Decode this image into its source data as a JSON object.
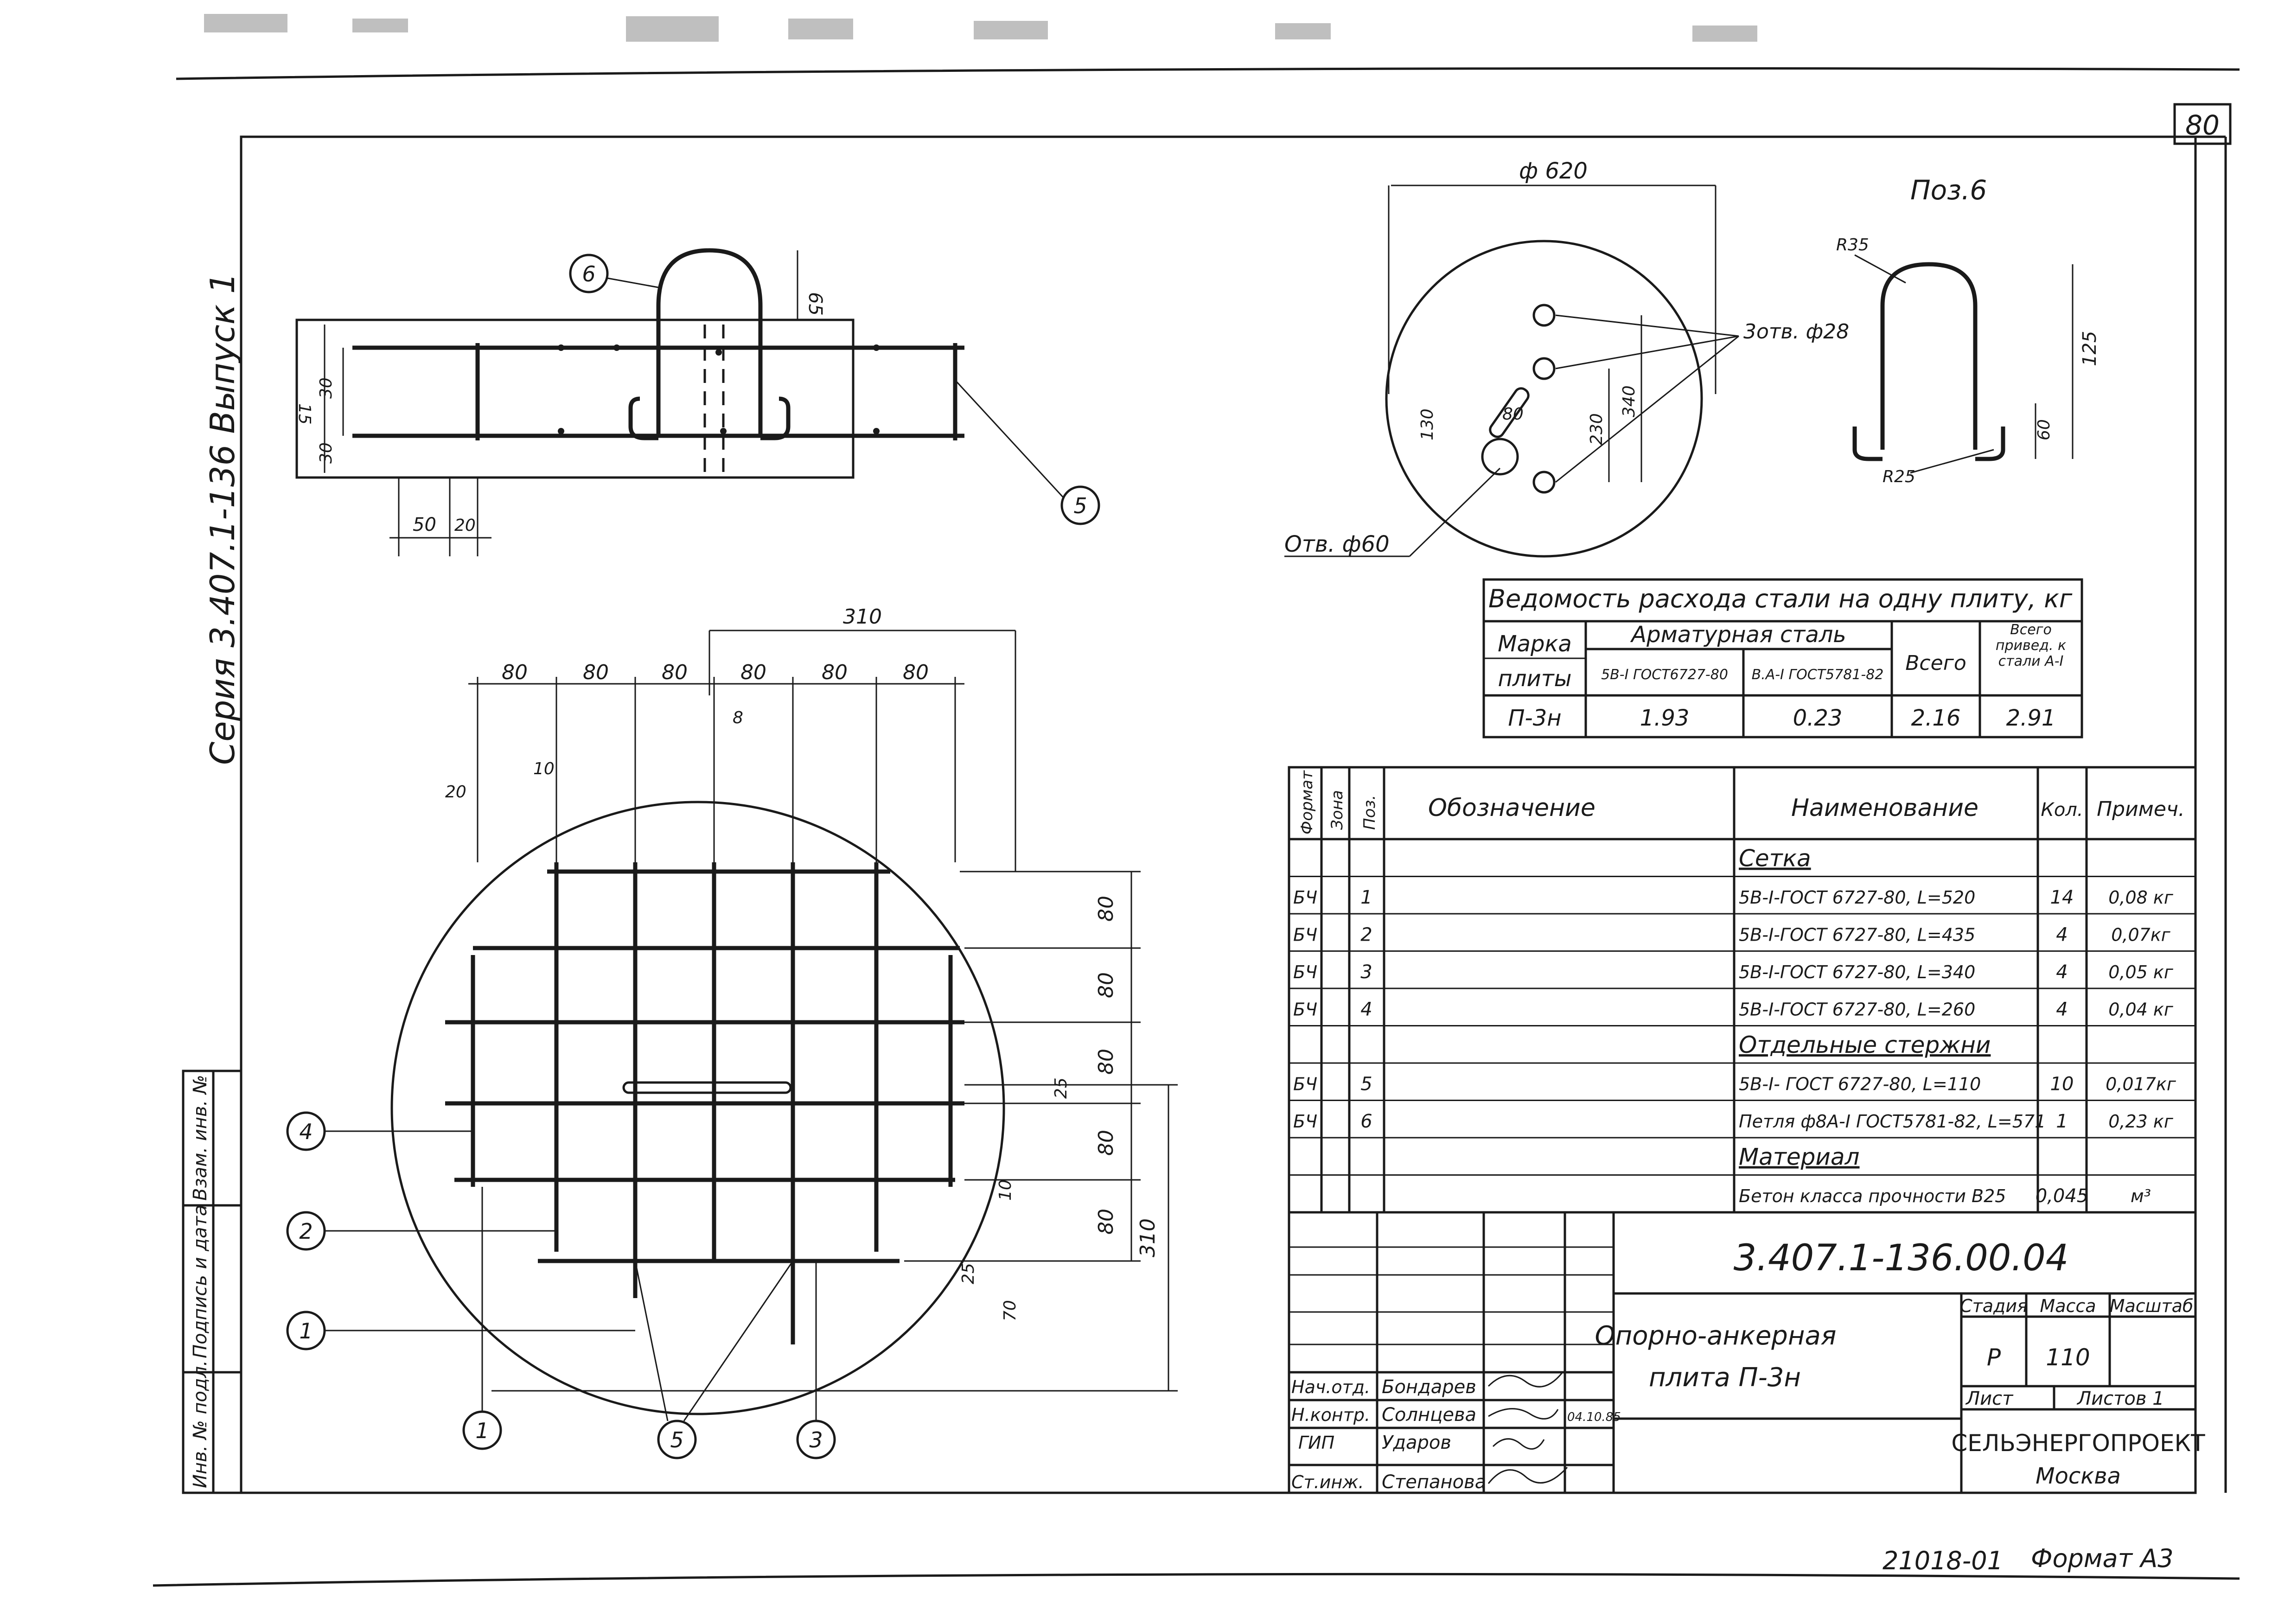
{
  "sheet": {
    "number": "80",
    "series_text": "Серия 3.407.1-136 Выпуск 1",
    "format_label": "Формат А3",
    "doc_no": "21018-01"
  },
  "side_stamp": {
    "inv_podl": "Инв. № подл.",
    "podpis_data": "Подпись и дата",
    "vzam_inv": "Взам. инв. №"
  },
  "top_view": {
    "callout_6": "6",
    "callout_5": "5",
    "dim_65": "65",
    "dim_50": "50",
    "dim_20": "20",
    "dim_30a": "30",
    "dim_30b": "30",
    "dim_15": "15"
  },
  "plan_view": {
    "dims_top": [
      "80",
      "80",
      "80",
      "80",
      "80",
      "80"
    ],
    "dim_310_top": "310",
    "dim_8": "8",
    "dim_20": "20",
    "dim_10": "10",
    "dims_right": [
      "80",
      "80",
      "80",
      "80",
      "80"
    ],
    "dim_310_right": "310",
    "dim_25a": "25",
    "dim_25b": "25",
    "dim_10b": "10",
    "dim_70": "70",
    "callouts": [
      "4",
      "2",
      "1",
      "1",
      "5",
      "3"
    ]
  },
  "circle_view": {
    "dia_label": "ф 620",
    "holes_label": "3отв. ф28",
    "hole60_label": "Отв. ф60",
    "dim_80": "80",
    "dim_130": "130",
    "dim_230": "230",
    "dim_340": "340"
  },
  "pos6": {
    "title": "Поз.6",
    "r35": "R35",
    "r25": "R25",
    "dim_125": "125",
    "dim_60": "60"
  },
  "steel_table": {
    "title": "Ведомость расхода стали на одну плиту, кг",
    "h_marka": "Марка",
    "h_plity": "плиты",
    "h_armatura": "Арматурная сталь",
    "h_col1": "5В-I ГОСТ6727-80",
    "h_col2": "В.А-I ГОСТ5781-82",
    "h_vsego": "Всего",
    "h_privedeno": "Всего привед. к стали А-I",
    "row": {
      "marka": "П-3н",
      "c1": "1.93",
      "c2": "0.23",
      "vsego": "2.16",
      "priv": "2.91"
    }
  },
  "spec_table": {
    "headers": {
      "format": "Формат",
      "zona": "Зона",
      "poz": "Поз.",
      "oboz": "Обозначение",
      "naim": "Наименование",
      "kol": "Кол.",
      "prim": "Примеч."
    },
    "rows": [
      {
        "format": "",
        "poz": "",
        "naim": "Сетка",
        "kol": "",
        "prim": "",
        "section": true
      },
      {
        "format": "БЧ",
        "poz": "1",
        "naim": "5В-I-ГОСТ 6727-80,   L=520",
        "kol": "14",
        "prim": "0,08 кг"
      },
      {
        "format": "БЧ",
        "poz": "2",
        "naim": "5В-I-ГОСТ 6727-80,   L=435",
        "kol": "4",
        "prim": "0,07кг"
      },
      {
        "format": "БЧ",
        "poz": "3",
        "naim": "5В-I-ГОСТ 6727-80,   L=340",
        "kol": "4",
        "prim": "0,05 кг"
      },
      {
        "format": "БЧ",
        "poz": "4",
        "naim": "5В-I-ГОСТ 6727-80,   L=260",
        "kol": "4",
        "prim": "0,04 кг"
      },
      {
        "format": "",
        "poz": "",
        "naim": "Отдельные стержни",
        "kol": "",
        "prim": "",
        "section": true
      },
      {
        "format": "БЧ",
        "poz": "5",
        "naim": "5В-I- ГОСТ 6727-80, L=110",
        "kol": "10",
        "prim": "0,017кг"
      },
      {
        "format": "БЧ",
        "poz": "6",
        "naim": "Петля ф8А-I ГОСТ5781-82, L=571",
        "kol": "1",
        "prim": "0,23 кг"
      },
      {
        "format": "",
        "poz": "",
        "naim": "Материал",
        "kol": "",
        "prim": "",
        "section": true
      },
      {
        "format": "",
        "poz": "",
        "naim": "Бетон класса прочности В25",
        "kol": "0,045",
        "prim": "м³"
      }
    ]
  },
  "title_block": {
    "designation": "3.407.1-136.00.04",
    "name_line1": "Опорно-анкерная",
    "name_line2": "плита  П-3н",
    "stadia_h": "Стадия",
    "massa_h": "Масса",
    "masshtab_h": "Масштаб",
    "stadia": "Р",
    "massa": "110",
    "list": "Лист",
    "listov": "Листов 1",
    "org": "СЕЛЬЭНЕРГОПРОЕКТ",
    "city": "Москва",
    "date": "04.10.85",
    "people": [
      {
        "role": "Нач.отд.",
        "name": "Бондарев"
      },
      {
        "role": "Н.контр.",
        "name": "Солнцева"
      },
      {
        "role": "ГИП",
        "name": "Ударов"
      },
      {
        "role": "Ст.инж.",
        "name": "Степанова"
      }
    ]
  }
}
